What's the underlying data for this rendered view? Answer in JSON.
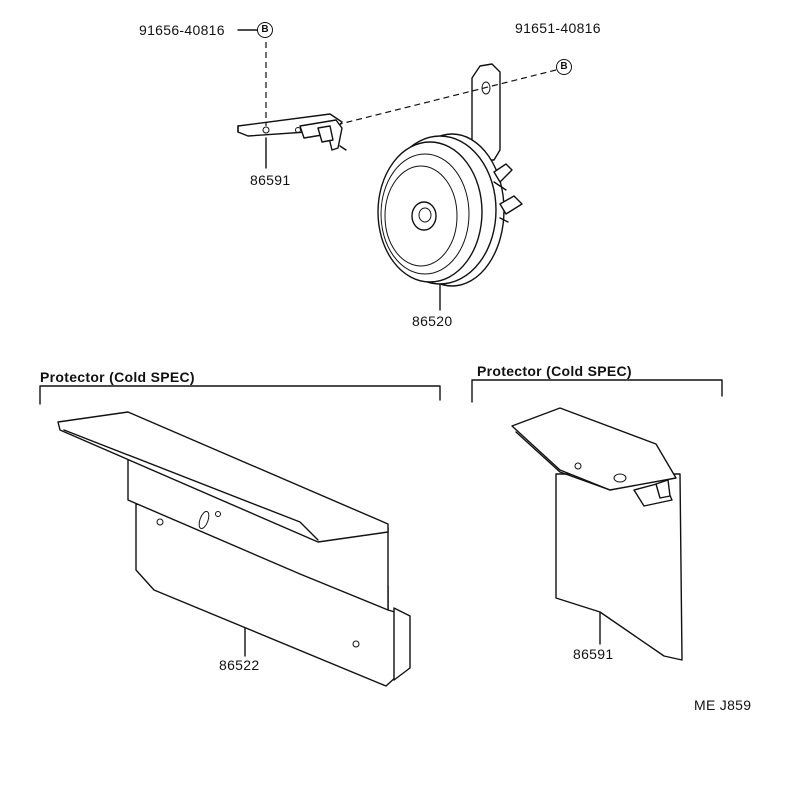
{
  "callouts": {
    "bolt_left": "91656-40816",
    "bolt_right": "91651-40816",
    "bolt_marker": "B",
    "bracket_upper": "86591",
    "horn": "86520",
    "protector_left": "86522",
    "protector_right": "86591"
  },
  "groups": {
    "left_title": "Protector (Cold SPEC)",
    "right_title": "Protector (Cold SPEC)"
  },
  "figure_code": "ME J859"
}
